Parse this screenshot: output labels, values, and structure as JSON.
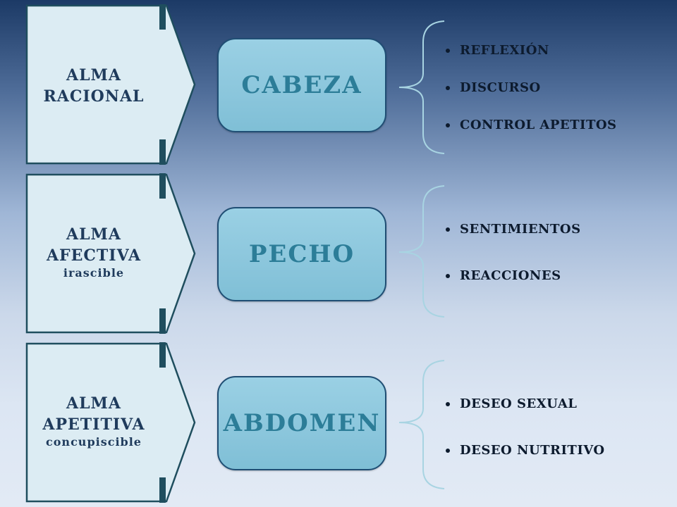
{
  "rows": [
    {
      "soul_name_line1": "ALMA",
      "soul_name_line2": "RACIONAL",
      "soul_sub": "",
      "organ": "CABEZA",
      "items": [
        "REFLEXIÓN",
        "DISCURSO",
        "CONTROL APETITOS"
      ]
    },
    {
      "soul_name_line1": "ALMA",
      "soul_name_line2": "AFECTIVA",
      "soul_sub": "irascible",
      "organ": "PECHO",
      "items": [
        "SENTIMIENTOS",
        "REACCIONES"
      ]
    },
    {
      "soul_name_line1": "ALMA",
      "soul_name_line2": "APETITIVA",
      "soul_sub": "concupiscible",
      "organ": "ABDOMEN",
      "items": [
        "DESEO SEXUAL",
        "DESEO NUTRITIVO"
      ]
    }
  ],
  "colors": {
    "arrow_fill": "#dcecf3",
    "arrow_stroke": "#1f4e5e",
    "organ_fill": "#8bc6dc",
    "organ_text": "#2c7d98",
    "soul_text": "#1f3b5c",
    "brace": "#a8d4e2"
  }
}
